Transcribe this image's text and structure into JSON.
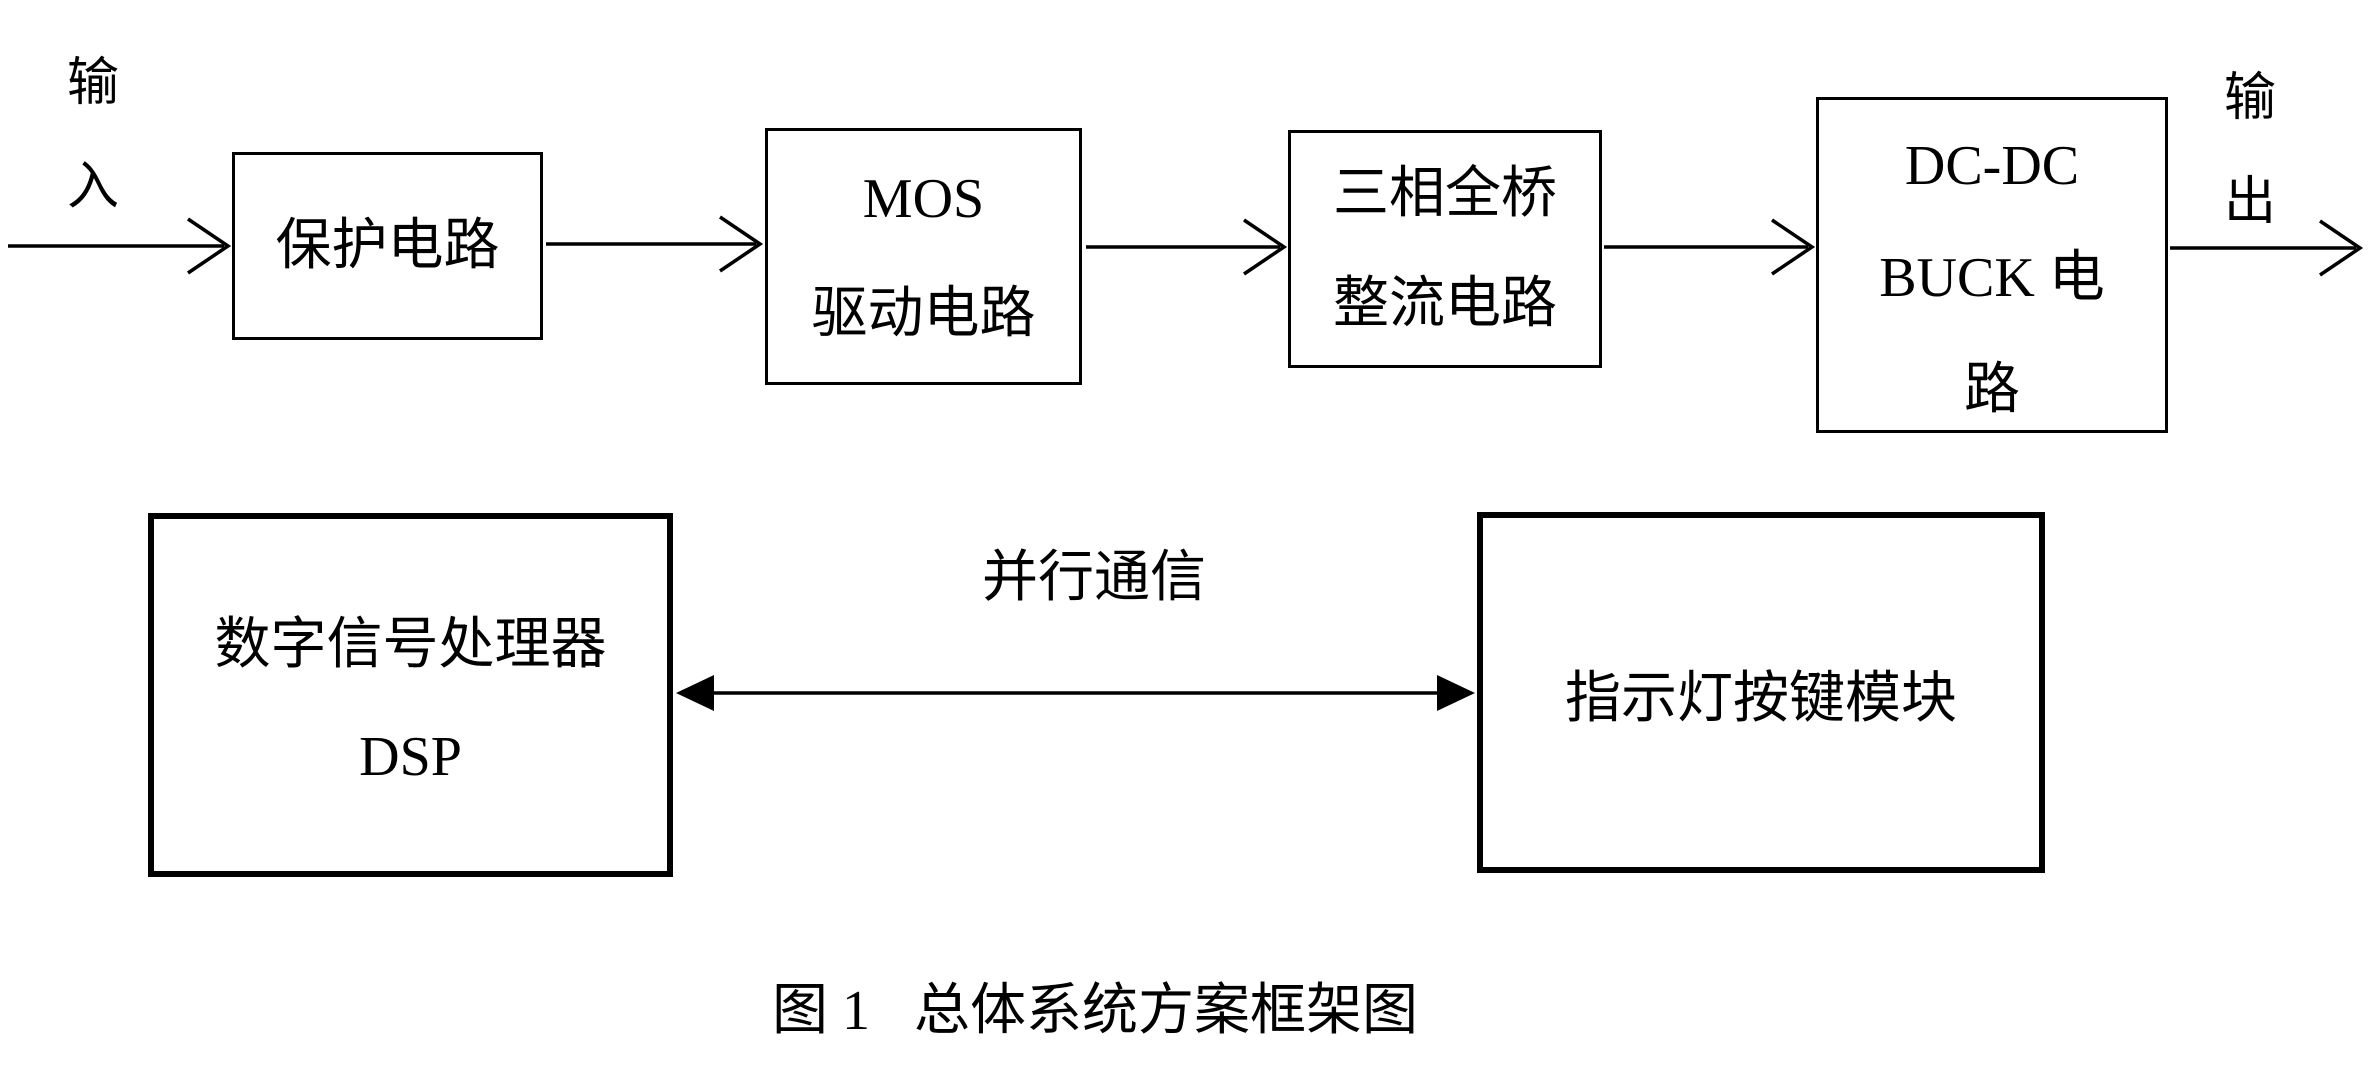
{
  "page": {
    "background": "#ffffff",
    "line_color": "#000000"
  },
  "labels": {
    "input": [
      "输",
      "入"
    ],
    "output": [
      "输",
      "出"
    ],
    "bus": "并行通信"
  },
  "blocks": {
    "protection": {
      "lines": [
        "保护电路"
      ]
    },
    "mos_driver": {
      "lines": [
        "MOS",
        "驱动电路"
      ]
    },
    "rectifier": {
      "lines": [
        "三相全桥",
        "整流电路"
      ]
    },
    "buck": {
      "lines": [
        "DC-DC",
        "BUCK 电",
        "路"
      ]
    },
    "dsp": {
      "lines": [
        "数字信号处理器",
        "DSP"
      ]
    },
    "indicator": {
      "lines": [
        "指示灯按键模块"
      ]
    }
  },
  "caption": {
    "figure_no": "图 1",
    "title": "总体系统方案框架图"
  }
}
